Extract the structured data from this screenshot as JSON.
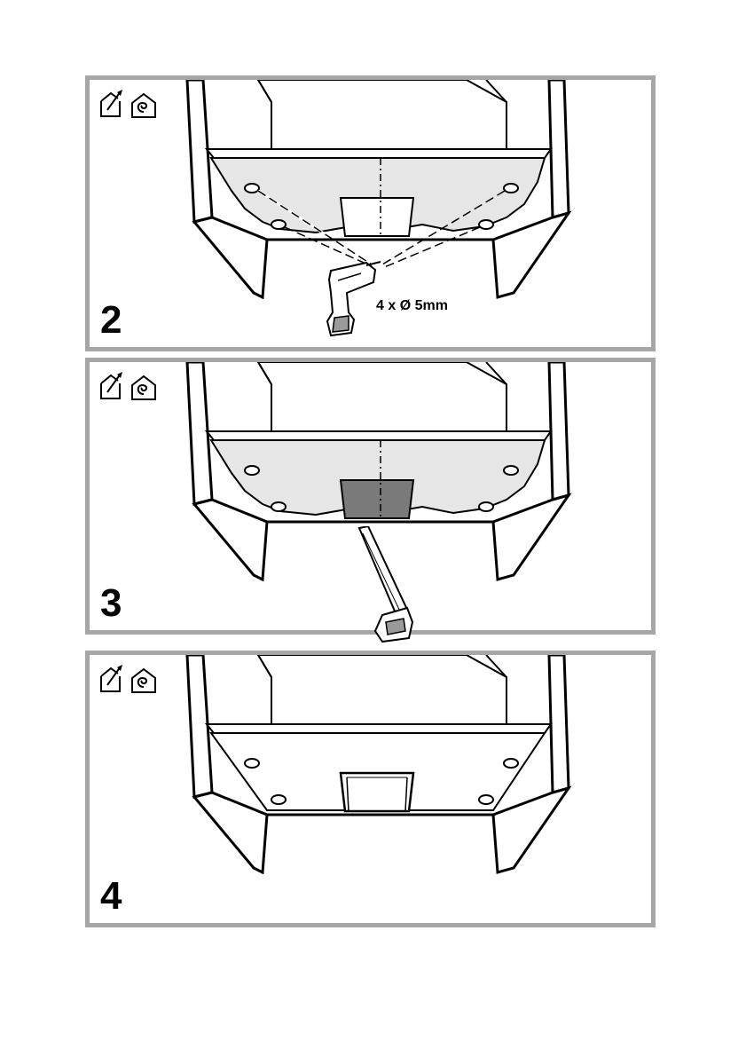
{
  "steps": [
    {
      "number": "2",
      "tool_label": "4 x Ø 5mm",
      "icons": [
        "extraction-house-icon",
        "recirculation-house-icon"
      ],
      "tool_icon": "drill-icon"
    },
    {
      "number": "3",
      "icons": [
        "extraction-house-icon",
        "recirculation-house-icon"
      ],
      "tool_icon": "saw-icon"
    },
    {
      "number": "4",
      "icons": [
        "extraction-house-icon",
        "recirculation-house-icon"
      ]
    }
  ],
  "colors": {
    "frame": "#a6a6a6",
    "template_fill": "#e6e6e6",
    "cutout_dark": "#7a7a7a"
  }
}
